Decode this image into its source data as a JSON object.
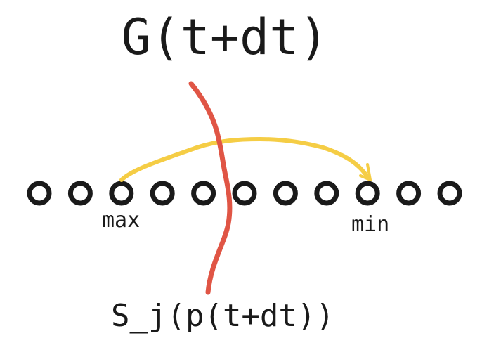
{
  "labels": {
    "top": "G(t+dt)",
    "bottom": "S_j(p(t+dt))",
    "max": "max",
    "min": "min"
  },
  "nodes": {
    "count": 11,
    "max_index": 2,
    "min_index": 8
  },
  "colors": {
    "node_stroke": "#1a1a1a",
    "divider": "#e05545",
    "arrow": "#f5cd45",
    "text": "#1a1a1a"
  }
}
